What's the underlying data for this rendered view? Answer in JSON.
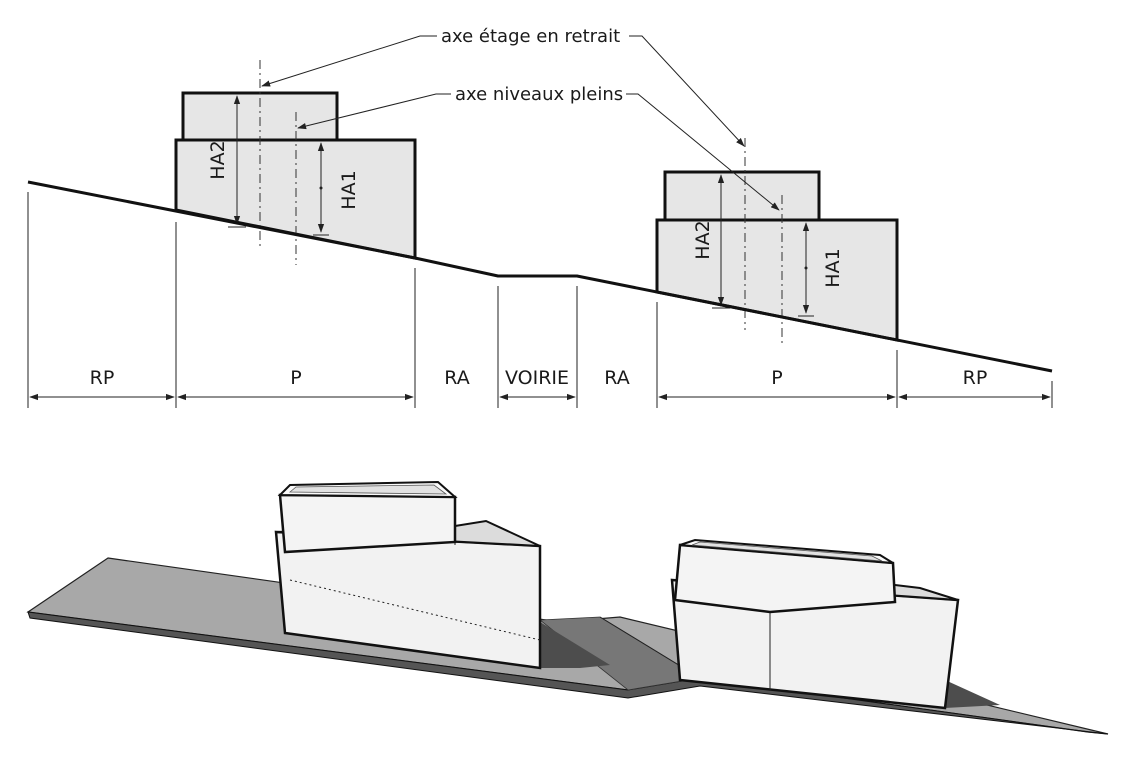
{
  "annotations": {
    "axis_setback": "axe étage en retrait",
    "axis_full_levels": "axe niveaux pleins"
  },
  "heights": {
    "ha2": "HA2",
    "ha1": "HA1"
  },
  "zones": [
    {
      "id": "rp-left",
      "label": "RP"
    },
    {
      "id": "p-left",
      "label": "P"
    },
    {
      "id": "ra-left",
      "label": "RA"
    },
    {
      "id": "voirie",
      "label": "VOIRIE"
    },
    {
      "id": "ra-right",
      "label": "RA"
    },
    {
      "id": "p-right",
      "label": "P"
    },
    {
      "id": "rp-right",
      "label": "RP"
    }
  ],
  "colors": {
    "building_fill": "#e6e6e6",
    "terrain_fill": "#a8a8a8",
    "shadow": "#5a5a5a",
    "box_face": "#f2f2f2"
  }
}
